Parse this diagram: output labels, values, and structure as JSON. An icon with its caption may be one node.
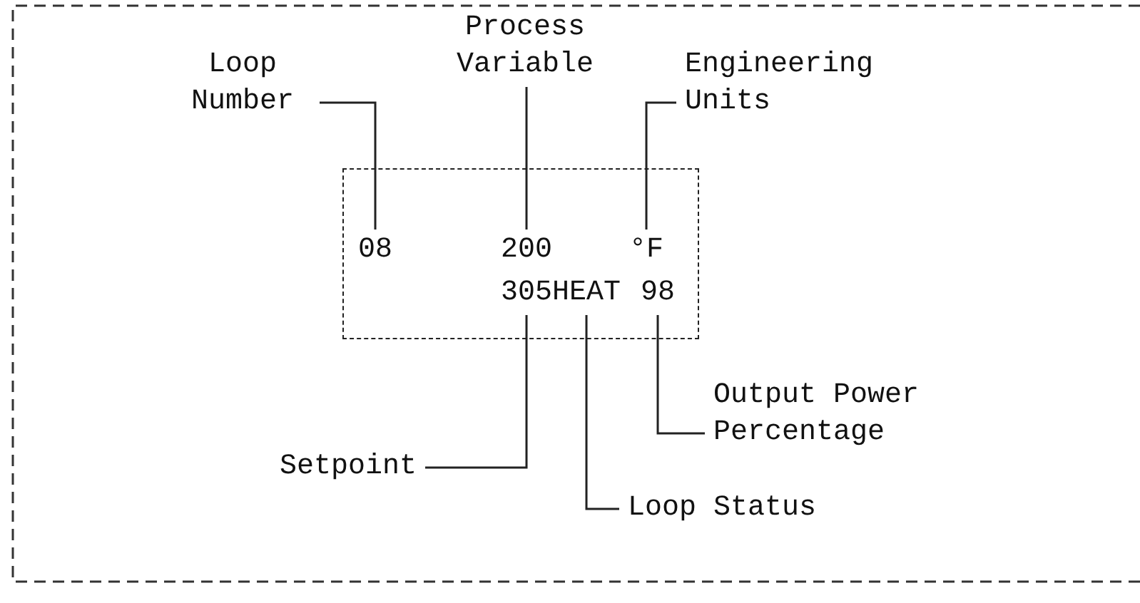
{
  "diagram": {
    "nodes": [
      {
        "text": [
          "Loop Number"
        ]
      },
      {
        "text": [
          "Process Variable"
        ]
      },
      {
        "text": [
          "Engineering Units"
        ]
      },
      {
        "text": [],
        "shape": "box"
      },
      {
        "text": [
          "08"
        ],
        "in": 3
      },
      {
        "text": [
          "200"
        ],
        "in": 3
      },
      {
        "text": [
          "°F"
        ],
        "in": 3
      },
      {
        "text": [
          "305"
        ],
        "in": 3
      },
      {
        "text": [
          "HEAT"
        ],
        "in": 3
      },
      {
        "text": [
          "98"
        ],
        "in": 3
      },
      {
        "text": [
          "Output Power Percentage"
        ]
      },
      {
        "text": [
          "Setpoint"
        ]
      },
      {
        "text": [
          "Loop Status"
        ]
      }
    ],
    "edges": [
      {
        "from": 0,
        "to": 4,
        "arrow": "none"
      },
      {
        "from": 1,
        "to": 5,
        "arrow": "none"
      },
      {
        "from": 2,
        "to": 6,
        "arrow": "none"
      },
      {
        "from": 10,
        "to": 9,
        "arrow": "none"
      },
      {
        "from": 11,
        "to": 7,
        "arrow": "none"
      },
      {
        "from": 12,
        "to": 8,
        "arrow": "none"
      }
    ]
  }
}
